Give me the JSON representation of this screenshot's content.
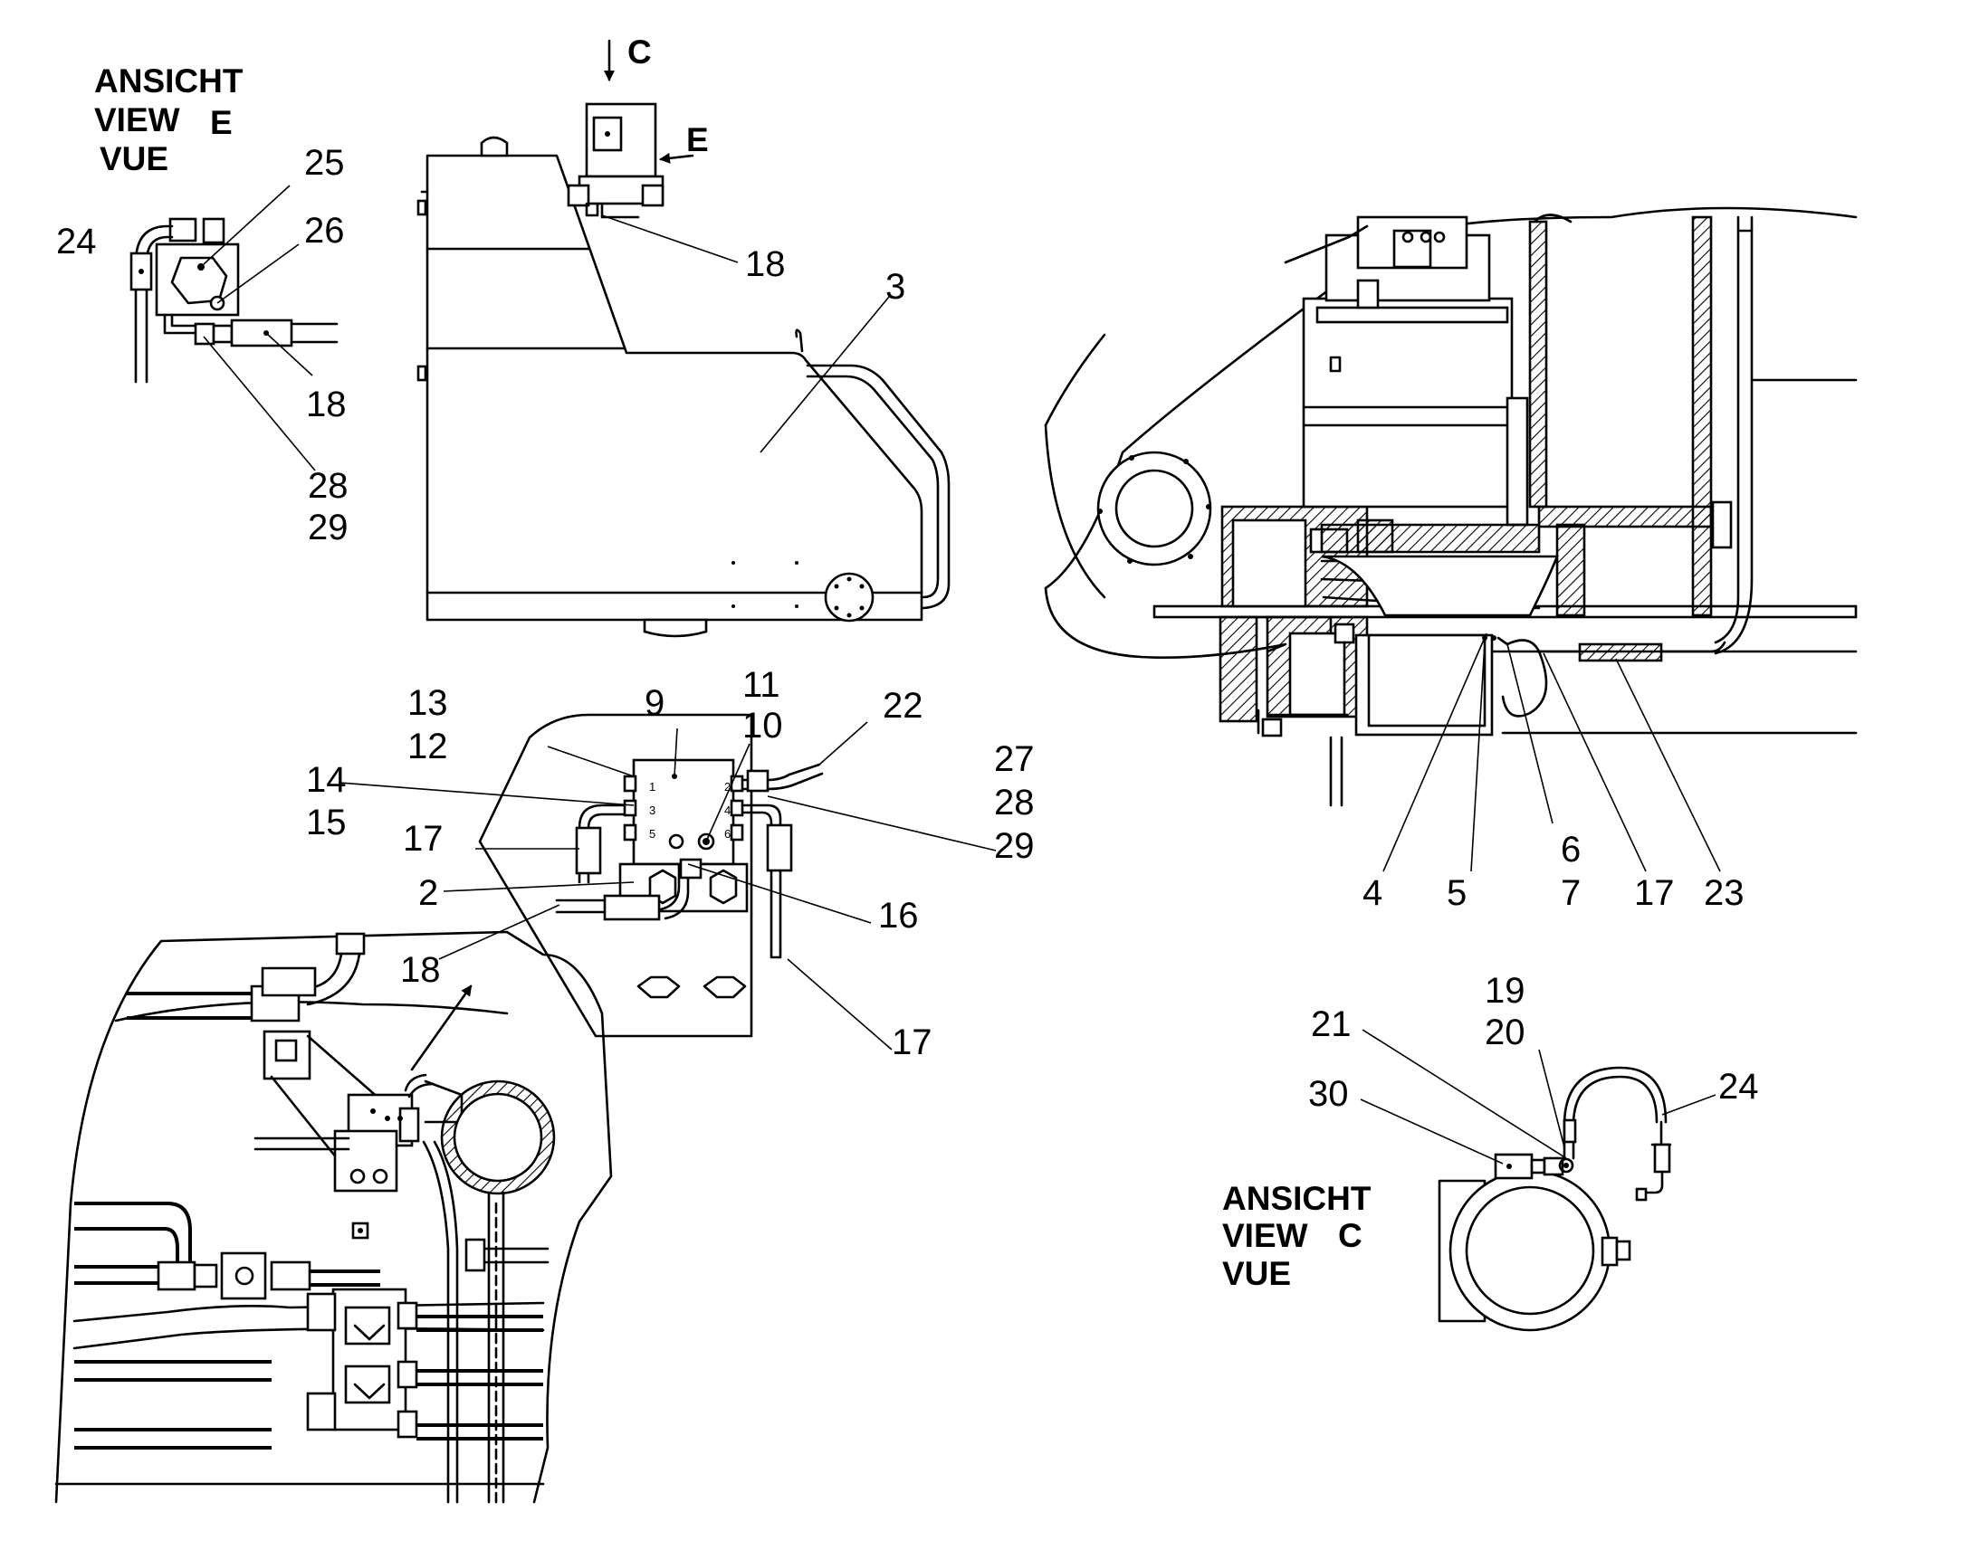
{
  "view_e": {
    "line1": "ANSICHT",
    "line2": "VIEW",
    "letter": "E",
    "line3": "VUE"
  },
  "view_c": {
    "line1": "ANSICHT",
    "line2": "VIEW",
    "letter": "C",
    "line3": "VUE"
  },
  "arrows": {
    "c": "C",
    "e": "E"
  },
  "callouts": {
    "e24": "24",
    "e25": "25",
    "e26": "26",
    "e18": "18",
    "e28": "28",
    "e29": "29",
    "t18": "18",
    "t3": "3",
    "m13": "13",
    "m12": "12",
    "m9": "9",
    "m11": "11",
    "m10": "10",
    "m22": "22",
    "m14": "14",
    "m15": "15",
    "m17a": "17",
    "m2": "2",
    "m18": "18",
    "m16": "16",
    "m27": "27",
    "m28": "28",
    "m29": "29",
    "m17b": "17",
    "r4": "4",
    "r5": "5",
    "r6": "6",
    "r7": "7",
    "r17": "17",
    "r23": "23",
    "c19": "19",
    "c20": "20",
    "c21": "21",
    "c30": "30",
    "c24": "24"
  },
  "ports": [
    "1",
    "2",
    "3",
    "4",
    "5",
    "6"
  ]
}
